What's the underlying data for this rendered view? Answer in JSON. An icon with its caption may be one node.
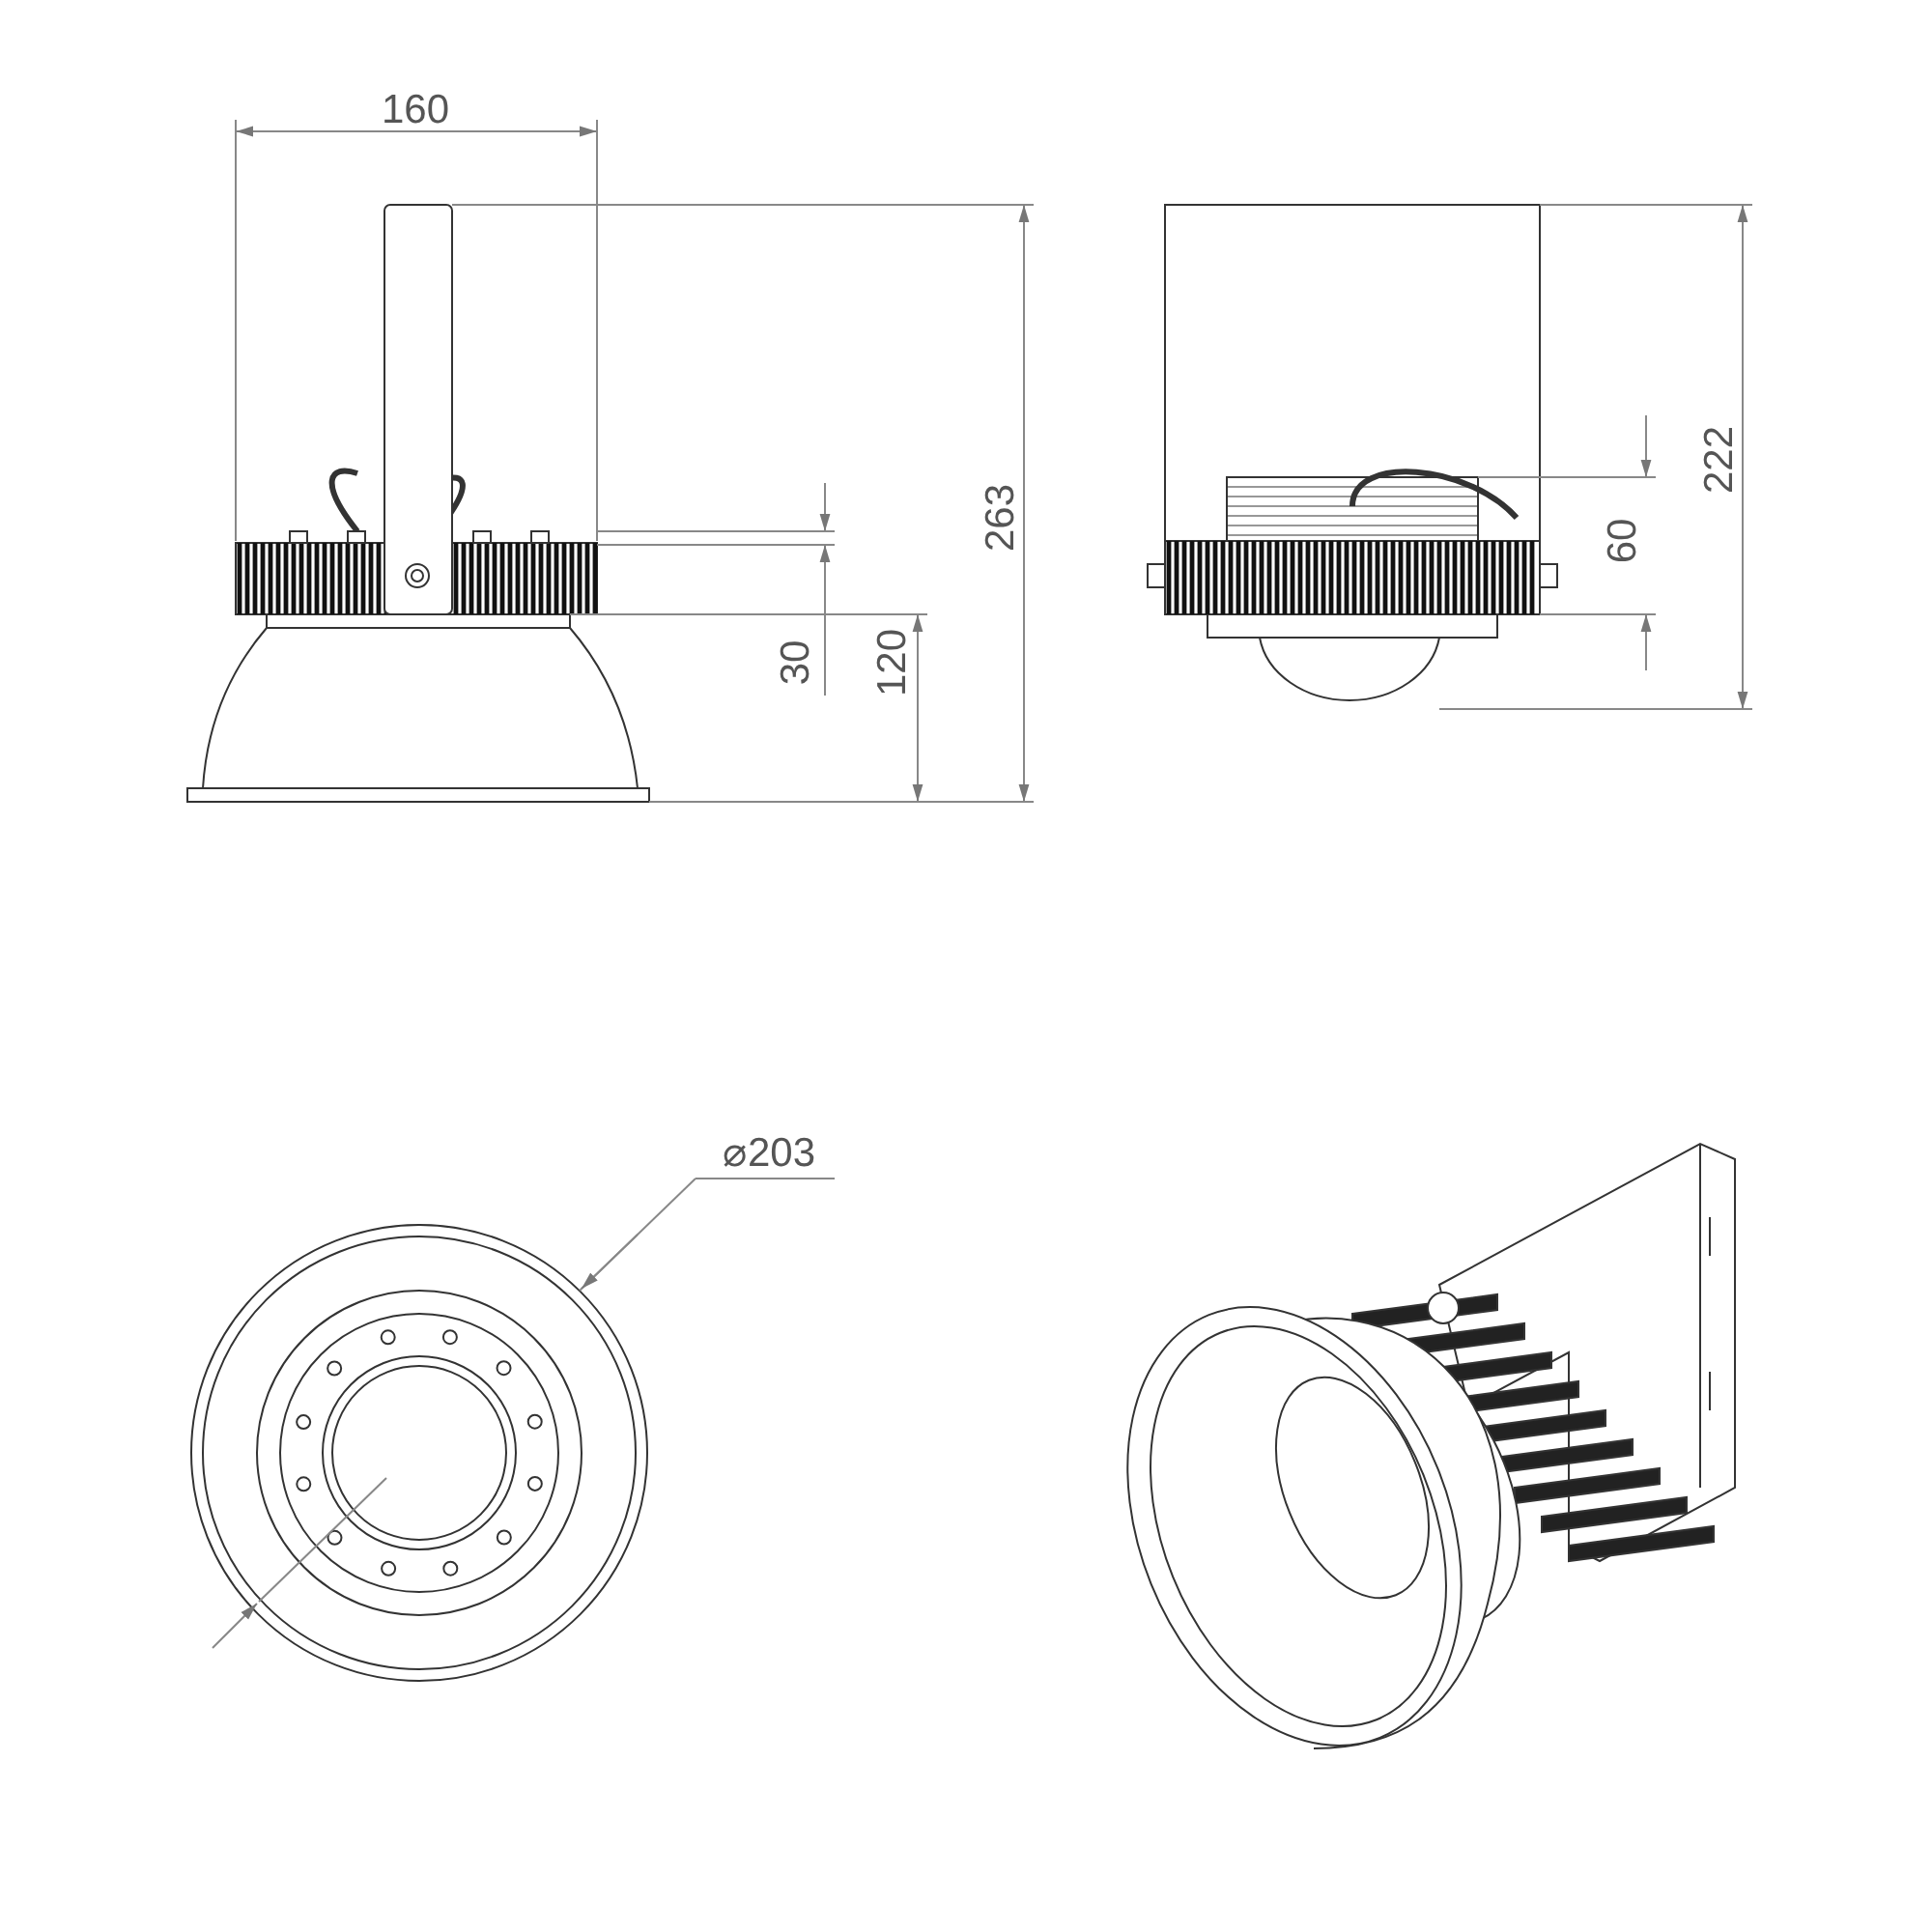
{
  "diagram": {
    "labels": [
      "160",
      "263",
      "30",
      "120",
      "222",
      "60",
      "⌀203"
    ]
  }
}
